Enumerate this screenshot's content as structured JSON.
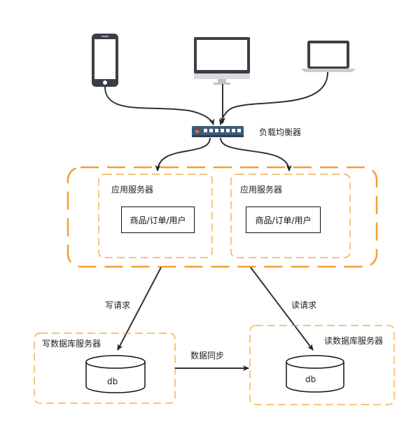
{
  "devices": {
    "phone": "phone-icon",
    "desktop": "desktop-monitor-icon",
    "laptop": "laptop-icon",
    "switch": "network-switch-icon"
  },
  "load_balancer": {
    "label": "负载均衡器"
  },
  "app_servers": [
    {
      "title": "应用服务器",
      "module": "商品/订单/用户"
    },
    {
      "title": "应用服务器",
      "module": "商品/订单/用户"
    }
  ],
  "edges": {
    "write_request": "写请求",
    "read_request": "读请求",
    "data_sync": "数据同步"
  },
  "db_servers": {
    "write": {
      "title": "写数据库服务器",
      "db": "db"
    },
    "read": {
      "title": "读数据库服务器",
      "db": "db"
    }
  },
  "colors": {
    "orange": "#F0A030",
    "line": "#333333",
    "device_dark": "#3a3f47",
    "switch_blue": "#3f5b7a"
  }
}
